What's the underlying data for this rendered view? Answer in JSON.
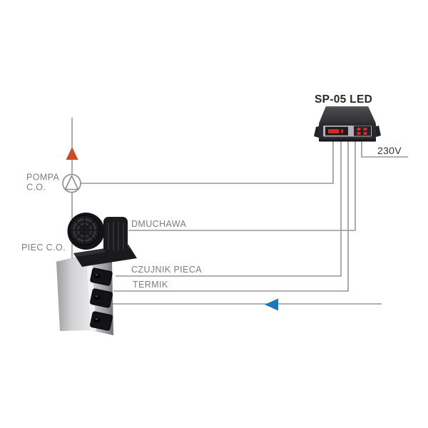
{
  "diagram": {
    "title": "SP-05 LED",
    "labels": {
      "power": "230V",
      "pump_line1": "POMPA",
      "pump_line2": "C.O.",
      "boiler": "PIEC C.O.",
      "blower": "DMUCHAWA",
      "boiler_sensor": "CZUJNIK PIECA",
      "thermal": "TERMIK"
    },
    "icons": {
      "supply_arrow": "up-arrow-supply-flow",
      "return_arrow": "left-arrow-return-flow",
      "pump_symbol": "circle-with-triangle-pump",
      "controller": "sp05-led-controller-device",
      "blower": "centrifugal-fan-blower",
      "boiler": "solid-fuel-boiler"
    },
    "colors": {
      "wire": "#98989b",
      "label_text": "#7c7d80",
      "title_text": "#29292b",
      "supply_arrow": "#cc4b28",
      "return_arrow": "#1a78be",
      "led_red": "#d42a22"
    }
  }
}
